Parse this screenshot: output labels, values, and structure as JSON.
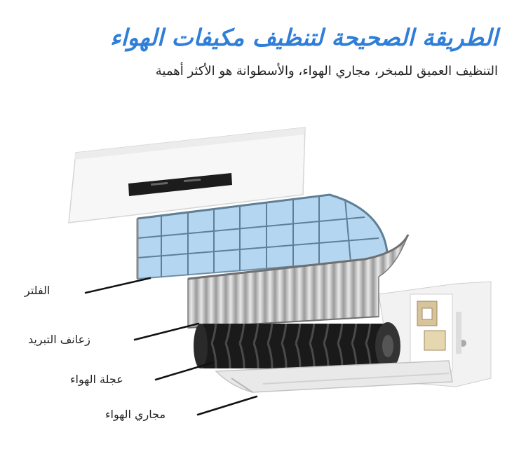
{
  "header": {
    "title": "الطريقة الصحيحة لتنظيف مكيفات الهواء",
    "subtitle": "التنظيف العميق للمبخر، مجاري الهواء، والأسطوانة هو الأكثر أهمية"
  },
  "labels": {
    "filter": "الفلتر",
    "fins": "زعانف التبريد",
    "fan": "عجلة الهواء",
    "ducts": "مجاري الهواء"
  },
  "colors": {
    "title": "#2f7ed8",
    "text": "#222222",
    "filter_mesh": "#9cc8ec",
    "fan": "#1a1a1a"
  }
}
